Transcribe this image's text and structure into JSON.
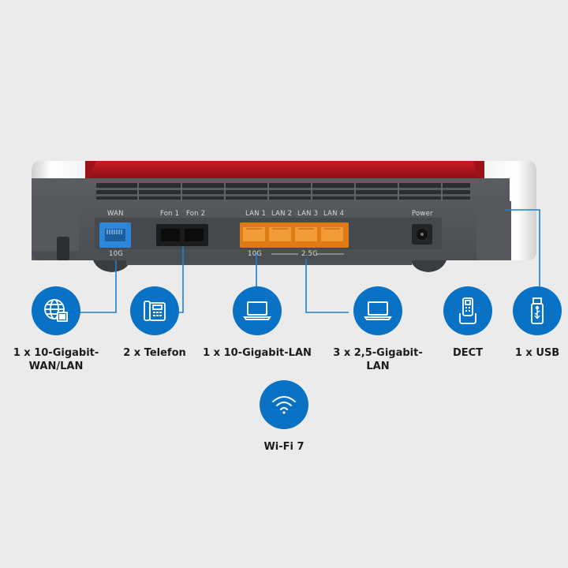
{
  "ports": {
    "wan": "WAN",
    "fon1": "Fon 1",
    "fon2": "Fon 2",
    "lan1": "LAN 1",
    "lan2": "LAN 2",
    "lan3": "LAN 3",
    "lan4": "LAN 4",
    "power": "Power",
    "wan_speed": "10G",
    "lan1_speed": "10G",
    "lan_group_speed": "2.5G"
  },
  "features": [
    {
      "icon": "globe-icon",
      "label_line1": "1 x 10-Gigabit-",
      "label_line2": "WAN/LAN"
    },
    {
      "icon": "phone-icon",
      "label_line1": "2 x Telefon",
      "label_line2": ""
    },
    {
      "icon": "laptop-icon",
      "label_line1": "1 x 10-Gigabit-LAN",
      "label_line2": ""
    },
    {
      "icon": "laptop-icon",
      "label_line1": "3 x 2,5-Gigabit-LAN",
      "label_line2": ""
    },
    {
      "icon": "dect-handset-icon",
      "label_line1": "DECT",
      "label_line2": ""
    },
    {
      "icon": "usb-stick-icon",
      "label_line1": "1 x USB",
      "label_line2": ""
    },
    {
      "icon": "wifi-icon",
      "label_line1": "Wi-Fi 7",
      "label_line2": ""
    }
  ],
  "colors": {
    "icon_circle": "#0a72c4",
    "router_red": "#b5121b",
    "wan_port": "#2e86d9",
    "lan_port": "#f08a1c",
    "connector_line": "#1a7fd4"
  }
}
